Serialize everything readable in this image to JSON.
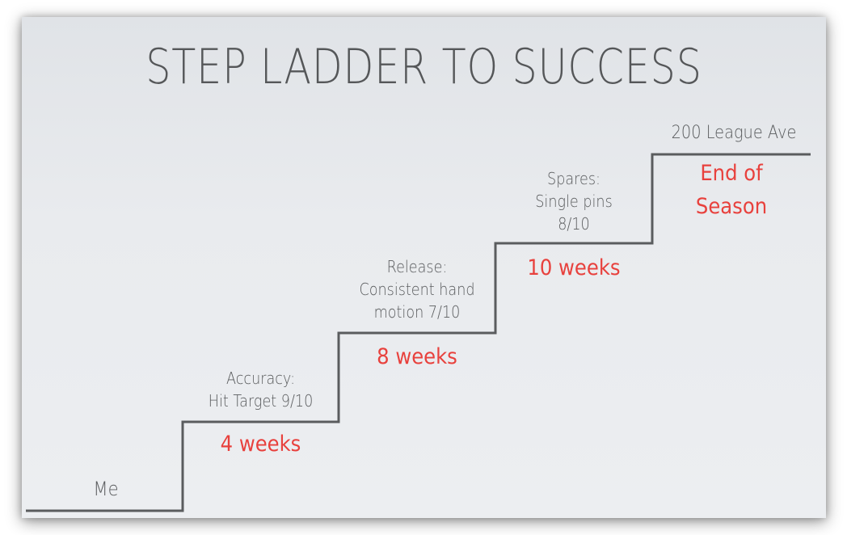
{
  "slide": {
    "title": "STEP LADDER TO SUCCESS",
    "colors": {
      "background": "#e8eaed",
      "text": "#5a5c5e",
      "accent": "#e8413d",
      "line": "#5a5c5e"
    }
  },
  "ladder": {
    "start_label": "Me",
    "steps": [
      {
        "goal_line1": "Accuracy:",
        "goal_line2": "Hit Target 9/10",
        "goal_line3": "",
        "duration": "4 weeks"
      },
      {
        "goal_line1": "Release:",
        "goal_line2": "Consistent hand",
        "goal_line3": "motion 7/10",
        "duration": "8 weeks"
      },
      {
        "goal_line1": "Spares:",
        "goal_line2": "Single pins",
        "goal_line3": "8/10",
        "duration": "10 weeks"
      },
      {
        "goal_line1": "200 League Ave",
        "duration_line1": "End of",
        "duration_line2": "Season"
      }
    ]
  }
}
